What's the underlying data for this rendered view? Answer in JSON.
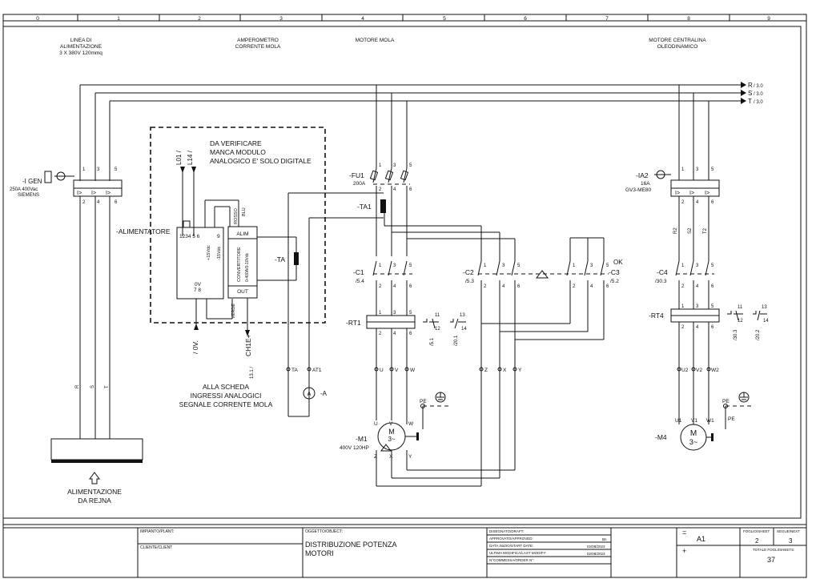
{
  "column_numbers": [
    "0",
    "1",
    "2",
    "3",
    "4",
    "5",
    "6",
    "7",
    "8",
    "9"
  ],
  "headers": {
    "linea": [
      "LINEA DI",
      "ALIMENTAZIONE",
      "3 X 380V 120mmq"
    ],
    "amperometro": [
      "AMPEROMETRO",
      "CORRENTE MOLA"
    ],
    "motore_mola": "MOTORE MOLA",
    "motore_centralina": [
      "MOTORE CENTRALINA",
      "OLEODINAMICO"
    ]
  },
  "outputs": [
    {
      "phase": "R",
      "ref": "/ 3.0"
    },
    {
      "phase": "S",
      "ref": "/ 3.0"
    },
    {
      "phase": "T",
      "ref": "/ 3.0"
    }
  ],
  "note": [
    "DA VERIFICARE",
    "MANCA MODULO",
    "ANALOGICO E' SOLO DIGITALE"
  ],
  "devices": {
    "igen": {
      "tag": "-I GEN",
      "spec": [
        "250A 400Vac",
        "SIEMENS"
      ]
    },
    "alimentatore": {
      "tag": "-ALIMENTATORE",
      "terms": "1234 5 6",
      "p15": "+15Vdc",
      "m15": "-15Vdc",
      "t9": "9",
      "t0v": "0V",
      "t78": "7   8"
    },
    "converter": {
      "alim": "ALIM",
      "out": "OUT",
      "body": "CONVERTITORE",
      "range": "0-400A/0-10Vdc",
      "rosso": "ROSSO",
      "blu": "BLU",
      "verde": "VERDE"
    },
    "l01": "L01 /",
    "l14": "L14 /",
    "ov": "/ 0V.",
    "ch1e": "CH1E+",
    "ch1e_ref": "13.1 /",
    "scheda": [
      "ALLA SCHEDA",
      "INGRESSI ANALOGICI",
      "SEGNALE CORRENTE MOLA"
    ],
    "ta": "-TA",
    "ta1": "-TA1",
    "ammeter_tag": "-A",
    "ammeter": "A",
    "ta_term": "TA",
    "at1_term": "AT1",
    "fu1": {
      "tag": "-FU1",
      "spec": "200A"
    },
    "ia2": {
      "tag": "-IA2",
      "spec": [
        "16A",
        "GV3-ME80"
      ]
    },
    "c1": {
      "tag": "-C1",
      "ref": "/5.4"
    },
    "c2": {
      "tag": "-C2",
      "ref": "/5.3"
    },
    "c3": {
      "tag": "-C3",
      "ref": "/5.2",
      "ok": "OK"
    },
    "c4": {
      "tag": "-C4",
      "ref": "/30.3"
    },
    "rt1": {
      "tag": "-RT1",
      "ref1": "/5.1",
      "ref2": "/20.1"
    },
    "rt4": {
      "tag": "-RT4",
      "ref1": "/30.3",
      "ref2": "/20.2"
    },
    "m1": {
      "tag": "-M1",
      "spec": "400V 120HP",
      "m": "M",
      "ph": "3~"
    },
    "m4": {
      "tag": "-M4",
      "m": "M",
      "ph": "3~"
    },
    "pe": "PE",
    "terms_m1": [
      "U",
      "V",
      "W",
      "Z",
      "X",
      "Y"
    ],
    "terms_m4": [
      "U2",
      "V2",
      "W2",
      "U1",
      "V1",
      "W1"
    ],
    "wire_labels": [
      "R",
      "S",
      "T"
    ],
    "r2s2t2": [
      "R2",
      "S2",
      "T2"
    ]
  },
  "supply": [
    "ALIMENTAZIONE",
    "DA REJNA"
  ],
  "title_block": {
    "impianto": "IMPIANTO/PLANT:",
    "cliente": "CLIENTE/CLIENT",
    "oggetto": "OGGETTO/OBJECT:",
    "oggetto_value": [
      "DISTRIBUZIONE POTENZA",
      "MOTORI"
    ],
    "disegnato": "DISEGNATO/DRAFT:",
    "approvato": "APPROVATO/APPROVED:",
    "approvato_value": "Bn",
    "data_inizio": "DATA INIZIO/START DATE:",
    "data_inizio_value": "02/08/2023",
    "ultima": "ULTIMA MODIFICA/LAST MODIFY:",
    "ultima_value": "02/08/2023",
    "commessa": "N°COMMESSA/ORDER N°:",
    "eq": "=",
    "plus": "+",
    "a1": "A1",
    "foglio": "FOGLIO/SHEET",
    "foglio_value": "2",
    "segue": "SEGUE/NEXT",
    "segue_value": "3",
    "totale": "TOTALE FOGLI/SHEETS:",
    "totale_value": "37"
  }
}
